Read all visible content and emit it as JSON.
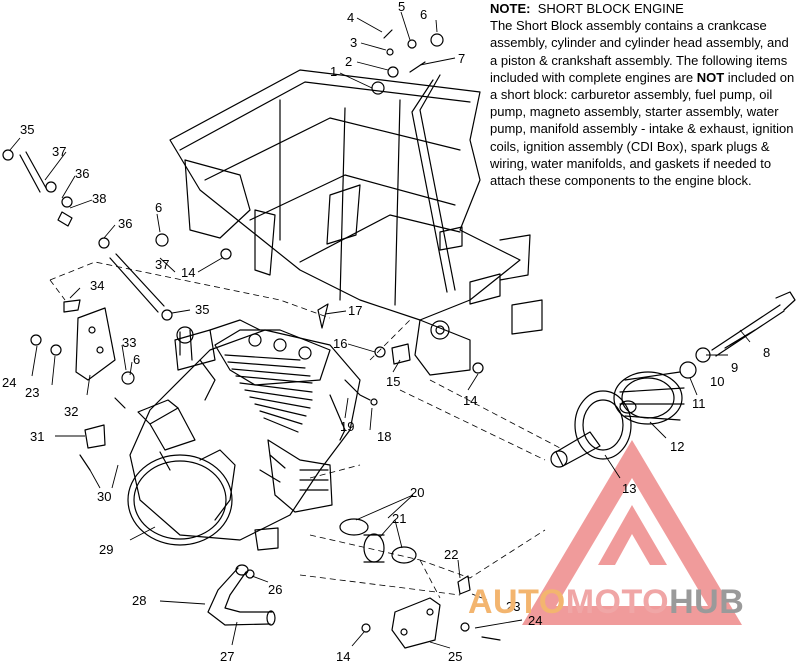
{
  "note": {
    "heading_label": "NOTE:",
    "heading_title": "SHORT BLOCK ENGINE",
    "body_part1": "The Short Block assembly contains a crankcase assembly, cylinder and cylinder head assembly, and a piston & crankshaft assembly.  The following items included with complete engines are ",
    "body_not": "NOT",
    "body_part2": " included on a short block:  carburetor assembly, fuel pump, oil pump, magneto assembly, starter assembly, water pump, manifold assembly - intake & exhaust, ignition coils, ignition assembly (CDI Box), spark plugs & wiring, water manifolds, and gaskets if needed to attach these components to the engine block."
  },
  "callouts": [
    {
      "id": "c1",
      "text": "1"
    },
    {
      "id": "c2",
      "text": "2"
    },
    {
      "id": "c3",
      "text": "3"
    },
    {
      "id": "c4",
      "text": "4"
    },
    {
      "id": "c5",
      "text": "5"
    },
    {
      "id": "c6a",
      "text": "6"
    },
    {
      "id": "c7",
      "text": "7"
    },
    {
      "id": "c35a",
      "text": "35"
    },
    {
      "id": "c37a",
      "text": "37"
    },
    {
      "id": "c36a",
      "text": "36"
    },
    {
      "id": "c38",
      "text": "38"
    },
    {
      "id": "c36b",
      "text": "36"
    },
    {
      "id": "c6b",
      "text": "6"
    },
    {
      "id": "c37b",
      "text": "37"
    },
    {
      "id": "c14a",
      "text": "14"
    },
    {
      "id": "c34",
      "text": "34"
    },
    {
      "id": "c35b",
      "text": "35"
    },
    {
      "id": "c17",
      "text": "17"
    },
    {
      "id": "c8",
      "text": "8"
    },
    {
      "id": "c16",
      "text": "16"
    },
    {
      "id": "c9",
      "text": "9"
    },
    {
      "id": "c10",
      "text": "10"
    },
    {
      "id": "c15",
      "text": "15"
    },
    {
      "id": "c33",
      "text": "33"
    },
    {
      "id": "c6c",
      "text": "6"
    },
    {
      "id": "c24a",
      "text": "24"
    },
    {
      "id": "c23a",
      "text": "23"
    },
    {
      "id": "c32",
      "text": "32"
    },
    {
      "id": "c14b",
      "text": "14"
    },
    {
      "id": "c11",
      "text": "11"
    },
    {
      "id": "c19",
      "text": "19"
    },
    {
      "id": "c18",
      "text": "18"
    },
    {
      "id": "c31",
      "text": "31"
    },
    {
      "id": "c12",
      "text": "12"
    },
    {
      "id": "c30",
      "text": "30"
    },
    {
      "id": "c13",
      "text": "13"
    },
    {
      "id": "c20",
      "text": "20"
    },
    {
      "id": "c21",
      "text": "21"
    },
    {
      "id": "c29",
      "text": "29"
    },
    {
      "id": "c22",
      "text": "22"
    },
    {
      "id": "c26",
      "text": "26"
    },
    {
      "id": "c28",
      "text": "28"
    },
    {
      "id": "c23b",
      "text": "23"
    },
    {
      "id": "c24b",
      "text": "24"
    },
    {
      "id": "c14c",
      "text": "14"
    },
    {
      "id": "c27",
      "text": "27"
    },
    {
      "id": "c25",
      "text": "25"
    }
  ],
  "watermark": {
    "part1": "AUTO",
    "part2": "MOTO",
    "part3": "HUB"
  },
  "colors": {
    "ink": "#000000",
    "watermark_red": "#e23a3a",
    "watermark_orange": "#f3b56f",
    "watermark_grey": "#9a9a9a"
  }
}
